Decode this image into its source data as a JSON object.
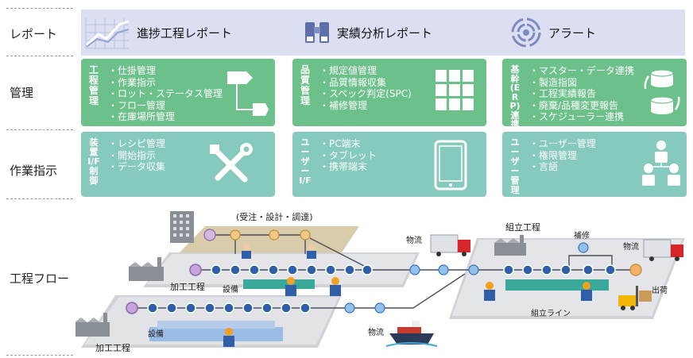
{
  "rows": {
    "report": "レポート",
    "management": "管理",
    "instruction": "作業指示",
    "flow": "工程フロー"
  },
  "reports": [
    {
      "label": "進捗工程レポート",
      "icon": "line-chart-icon"
    },
    {
      "label": "実績分析レポート",
      "icon": "binoculars-icon"
    },
    {
      "label": "アラート",
      "icon": "alert-signal-icon"
    }
  ],
  "management": [
    {
      "title": "工程管理",
      "icon": "flowchart-icon",
      "items": [
        "仕掛管理",
        "作業指示",
        "ロット・ステータス管理",
        "フロー管理",
        "在庫場所管理"
      ]
    },
    {
      "title": "品質管理",
      "icon": "grid-icon",
      "items": [
        "規定値管理",
        "品質情報収集",
        "スペック判定(SPC)",
        "補修管理"
      ]
    },
    {
      "title": "基幹(ERP)連携",
      "icon": "database-sync-icon",
      "items": [
        "マスター・データ連携",
        "製造指図",
        "工程実績報告",
        "廃棄/品種変更報告",
        "スケジューラー連携"
      ]
    }
  ],
  "instruction": [
    {
      "title": "装置I/F制御",
      "icon": "tools-icon",
      "items": [
        "レシピ管理",
        "開始指示",
        "データ収集"
      ]
    },
    {
      "title": "ユーザーI/F",
      "icon": "tablet-icon",
      "items": [
        "PC端末",
        "タブレット",
        "携帯端末"
      ]
    },
    {
      "title": "ユーザー管理",
      "icon": "users-icon",
      "items": [
        "ユーザー管理",
        "権限管理",
        "言語"
      ]
    }
  ],
  "flow": {
    "order": "(受注・設計・調達)",
    "logistics1": "物流",
    "logistics2": "物流",
    "logistics3": "物流",
    "assembly_process": "組立工程",
    "repair": "補修",
    "process1": "加工工程",
    "process2": "加工工程",
    "equipment1": "設備",
    "equipment2": "設備",
    "assembly_line": "組立ライン",
    "shipping": "出荷"
  },
  "colors": {
    "report_band": "#dcdff1",
    "green_box": "#6cc08a",
    "teal_box": "#86c9bd",
    "node_blue": "#3b6fb6",
    "node_purple": "#b7a0d6",
    "node_orange": "#f0a040",
    "platform": "#d6d8dc",
    "conveyor": "#3aa89a"
  }
}
